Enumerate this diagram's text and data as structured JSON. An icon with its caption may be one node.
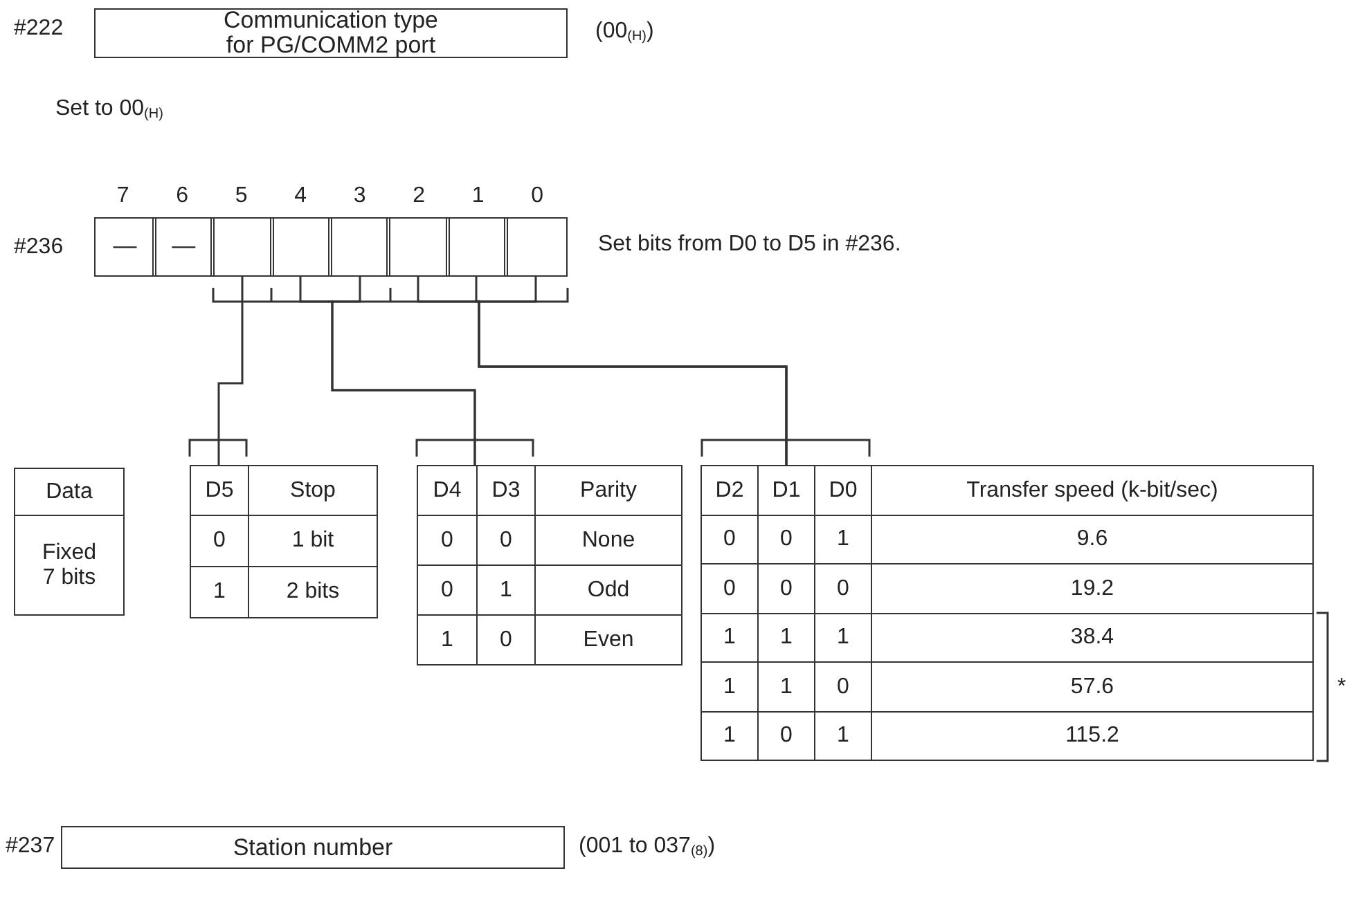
{
  "diagram": {
    "nodes": [
      {
        "text": [
          "Communication type for PG/COMM2 port"
        ],
        "beside": [
          "#222",
          "(00$_{(H)}$)"
        ]
      },
      {
        "text": [],
        "shape": "box",
        "beside": [
          "#236"
        ]
      },
      {
        "text": [
          "—"
        ],
        "in": 1
      },
      {
        "text": [
          "—"
        ],
        "in": 1
      },
      {
        "text": [],
        "shape": "box",
        "in": 1
      },
      {
        "text": [],
        "shape": "box",
        "in": 1
      },
      {
        "text": [],
        "shape": "box",
        "in": 1
      },
      {
        "text": [],
        "shape": "box",
        "in": 1
      },
      {
        "text": [],
        "shape": "box",
        "in": 1
      },
      {
        "text": [],
        "shape": "box",
        "in": 1
      },
      {
        "text": [
          "Data",
          "Fixed 7 bits"
        ]
      },
      {
        "text": [
          "D5",
          "Stop",
          "0",
          "1 bit",
          "1",
          "2 bits"
        ]
      },
      {
        "text": [
          "D4",
          "D3",
          "Parity",
          "0",
          "0",
          "None",
          "0",
          "1",
          "Odd",
          "1",
          "0",
          "Even"
        ]
      },
      {
        "text": [
          "D2",
          "D1",
          "D0",
          "Transfer speed (k-bit/sec)",
          "0",
          "0",
          "1",
          "9.6",
          "0",
          "0",
          "0",
          "19.2",
          "1",
          "1",
          "1",
          "38.4",
          "1",
          "1",
          "0",
          "57.6",
          "1",
          "0",
          "1",
          "115.2"
        ]
      },
      {
        "text": [
          "Station number"
        ],
        "beside": [
          "#237",
          "(001 to 037$_{(8)}$)"
        ]
      }
    ],
    "edges": [
      {
        "from": 4,
        "to": 11,
        "arrow": "none"
      },
      {
        "from": 5,
        "to": 12,
        "arrow": "none"
      },
      {
        "from": 6,
        "to": 12,
        "arrow": "none"
      },
      {
        "from": 7,
        "to": 13,
        "arrow": "none"
      },
      {
        "from": 8,
        "to": 13,
        "arrow": "none"
      },
      {
        "from": 9,
        "to": 13,
        "arrow": "none"
      }
    ],
    "labels": [
      "Set to 00$_{(H)}$",
      "7",
      "6",
      "5",
      "4",
      "3",
      "2",
      "1",
      "0",
      "Set bits from D0 to D5 in #236.",
      "*"
    ]
  }
}
